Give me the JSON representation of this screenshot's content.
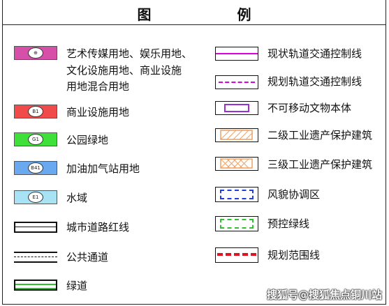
{
  "title": "图 例",
  "left_items": [
    {
      "label_lines": [
        "艺术传媒用地、娱乐用地、",
        "文化设施用地、商业设施",
        "用地混合用地"
      ],
      "badge": "",
      "color": "#d64fa8"
    },
    {
      "label_lines": [
        "商业设施用地"
      ],
      "badge": "B1",
      "color": "#f04a4a"
    },
    {
      "label_lines": [
        "公园绿地"
      ],
      "badge": "G1",
      "color": "#3fe03a"
    },
    {
      "label_lines": [
        "加油加气站用地"
      ],
      "badge": "B41",
      "color": "#6aa8f0"
    },
    {
      "label_lines": [
        "水域"
      ],
      "badge": "E1",
      "color": "#a8e2f5"
    },
    {
      "label_lines": [
        "城市道路红线"
      ]
    },
    {
      "label_lines": [
        "公共通道"
      ]
    },
    {
      "label_lines": [
        "绿道"
      ]
    }
  ],
  "right_items": [
    {
      "label": "现状轨道交通控制线"
    },
    {
      "label": "规划轨道交通控制线"
    },
    {
      "label": "不可移动文物本体"
    },
    {
      "label": "二级工业遗产保护建筑"
    },
    {
      "label": "三级工业遗产保护建筑"
    },
    {
      "label": "风貌协调区"
    },
    {
      "label": "预控绿线"
    },
    {
      "label": "规划范围线"
    }
  ],
  "colors": {
    "rail_existing": "#d900d9",
    "rail_planned": "#d900d9",
    "relic": "#9b2fd1",
    "heritage": "#f0a060",
    "style_zone": "#1f3fd9",
    "green_line": "#2fbf2f",
    "boundary": "#e0141e",
    "greenway": "#2fbf2f"
  },
  "watermark": "搜狐号@搜狐焦点铜川站"
}
